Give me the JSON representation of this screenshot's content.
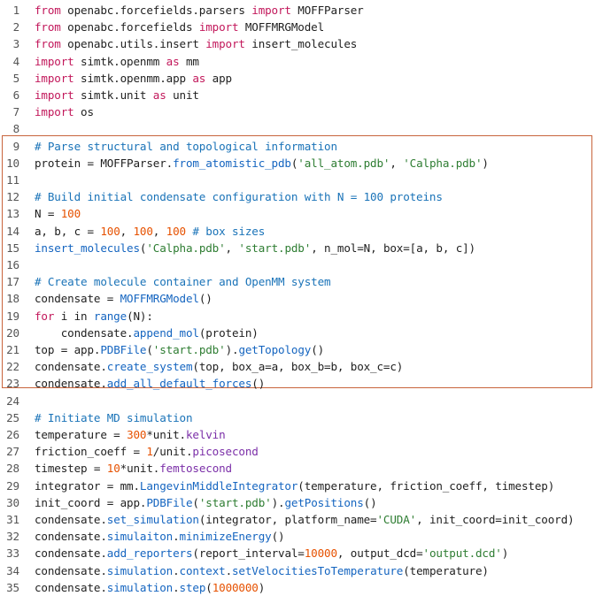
{
  "colors": {
    "keyword": "#c2185b",
    "function": "#1565c0",
    "string": "#2e7d32",
    "number": "#e65100",
    "comment": "#1a73b8",
    "attribute": "#7b2fa8",
    "plain": "#1f1f1f",
    "line_number": "#555555",
    "highlight_border": "#c8643c"
  },
  "highlight": {
    "from_line": 9,
    "to_line": 23
  },
  "lines": [
    {
      "n": "1",
      "tokens": [
        [
          "kw",
          "from"
        ],
        [
          "t",
          " openabc.forcefields.parsers "
        ],
        [
          "kw",
          "import"
        ],
        [
          "t",
          " MOFFParser"
        ]
      ]
    },
    {
      "n": "2",
      "tokens": [
        [
          "kw",
          "from"
        ],
        [
          "t",
          " openabc.forcefields "
        ],
        [
          "kw",
          "import"
        ],
        [
          "t",
          " MOFFMRGModel"
        ]
      ]
    },
    {
      "n": "3",
      "tokens": [
        [
          "kw",
          "from"
        ],
        [
          "t",
          " openabc.utils.insert "
        ],
        [
          "kw",
          "import"
        ],
        [
          "t",
          " insert_molecules"
        ]
      ]
    },
    {
      "n": "4",
      "tokens": [
        [
          "kw",
          "import"
        ],
        [
          "t",
          " simtk.openmm "
        ],
        [
          "kw",
          "as"
        ],
        [
          "t",
          " mm"
        ]
      ]
    },
    {
      "n": "5",
      "tokens": [
        [
          "kw",
          "import"
        ],
        [
          "t",
          " simtk.openmm.app "
        ],
        [
          "kw",
          "as"
        ],
        [
          "t",
          " app"
        ]
      ]
    },
    {
      "n": "6",
      "tokens": [
        [
          "kw",
          "import"
        ],
        [
          "t",
          " simtk.unit "
        ],
        [
          "kw",
          "as"
        ],
        [
          "t",
          " unit"
        ]
      ]
    },
    {
      "n": "7",
      "tokens": [
        [
          "kw",
          "import"
        ],
        [
          "t",
          " os"
        ]
      ]
    },
    {
      "n": "8",
      "tokens": []
    },
    {
      "n": "9",
      "tokens": [
        [
          "cm",
          "# Parse structural and topological information"
        ]
      ]
    },
    {
      "n": "10",
      "tokens": [
        [
          "t",
          "protein = MOFFParser."
        ],
        [
          "fn",
          "from_atomistic_pdb"
        ],
        [
          "t",
          "("
        ],
        [
          "str",
          "'all_atom.pdb'"
        ],
        [
          "t",
          ", "
        ],
        [
          "str",
          "'Calpha.pdb'"
        ],
        [
          "t",
          ")"
        ]
      ]
    },
    {
      "n": "11",
      "tokens": []
    },
    {
      "n": "12",
      "tokens": [
        [
          "cm",
          "# Build initial condensate configuration with N = 100 proteins"
        ]
      ]
    },
    {
      "n": "13",
      "tokens": [
        [
          "t",
          "N = "
        ],
        [
          "num",
          "100"
        ]
      ]
    },
    {
      "n": "14",
      "tokens": [
        [
          "t",
          "a, b, c = "
        ],
        [
          "num",
          "100"
        ],
        [
          "t",
          ", "
        ],
        [
          "num",
          "100"
        ],
        [
          "t",
          ", "
        ],
        [
          "num",
          "100"
        ],
        [
          "t",
          " "
        ],
        [
          "cm",
          "# box sizes"
        ]
      ]
    },
    {
      "n": "15",
      "tokens": [
        [
          "fn",
          "insert_molecules"
        ],
        [
          "t",
          "("
        ],
        [
          "str",
          "'Calpha.pdb'"
        ],
        [
          "t",
          ", "
        ],
        [
          "str",
          "'start.pdb'"
        ],
        [
          "t",
          ", n_mol=N, box=[a, b, c])"
        ]
      ]
    },
    {
      "n": "16",
      "tokens": []
    },
    {
      "n": "17",
      "tokens": [
        [
          "cm",
          "# Create molecule container and OpenMM system"
        ]
      ]
    },
    {
      "n": "18",
      "tokens": [
        [
          "t",
          "condensate = "
        ],
        [
          "fn",
          "MOFFMRGModel"
        ],
        [
          "t",
          "()"
        ]
      ]
    },
    {
      "n": "19",
      "tokens": [
        [
          "kw",
          "for"
        ],
        [
          "t",
          " i in "
        ],
        [
          "fn",
          "range"
        ],
        [
          "t",
          "(N):"
        ]
      ]
    },
    {
      "n": "20",
      "tokens": [
        [
          "t",
          "    condensate."
        ],
        [
          "fn",
          "append_mol"
        ],
        [
          "t",
          "(protein)"
        ]
      ]
    },
    {
      "n": "21",
      "tokens": [
        [
          "t",
          "top = app."
        ],
        [
          "fn",
          "PDBFile"
        ],
        [
          "t",
          "("
        ],
        [
          "str",
          "'start.pdb'"
        ],
        [
          "t",
          ")."
        ],
        [
          "fn",
          "getTopology"
        ],
        [
          "t",
          "()"
        ]
      ]
    },
    {
      "n": "22",
      "tokens": [
        [
          "t",
          "condensate."
        ],
        [
          "fn",
          "create_system"
        ],
        [
          "t",
          "(top, box_a=a, box_b=b, box_c=c)"
        ]
      ]
    },
    {
      "n": "23",
      "tokens": [
        [
          "t",
          "condensate."
        ],
        [
          "fn",
          "add_all_default_forces"
        ],
        [
          "t",
          "()"
        ]
      ]
    },
    {
      "n": "24",
      "tokens": []
    },
    {
      "n": "25",
      "tokens": [
        [
          "cm",
          "# Initiate MD simulation"
        ]
      ]
    },
    {
      "n": "26",
      "tokens": [
        [
          "t",
          "temperature = "
        ],
        [
          "num",
          "300"
        ],
        [
          "t",
          "*unit."
        ],
        [
          "attr",
          "kelvin"
        ]
      ]
    },
    {
      "n": "27",
      "tokens": [
        [
          "t",
          "friction_coeff = "
        ],
        [
          "num",
          "1"
        ],
        [
          "t",
          "/unit."
        ],
        [
          "attr",
          "picosecond"
        ]
      ]
    },
    {
      "n": "28",
      "tokens": [
        [
          "t",
          "timestep = "
        ],
        [
          "num",
          "10"
        ],
        [
          "t",
          "*unit."
        ],
        [
          "attr",
          "femtosecond"
        ]
      ]
    },
    {
      "n": "29",
      "tokens": [
        [
          "t",
          "integrator = mm."
        ],
        [
          "fn",
          "LangevinMiddleIntegrator"
        ],
        [
          "t",
          "(temperature, friction_coeff, timestep)"
        ]
      ]
    },
    {
      "n": "30",
      "tokens": [
        [
          "t",
          "init_coord = app."
        ],
        [
          "fn",
          "PDBFile"
        ],
        [
          "t",
          "("
        ],
        [
          "str",
          "'start.pdb'"
        ],
        [
          "t",
          ")."
        ],
        [
          "fn",
          "getPositions"
        ],
        [
          "t",
          "()"
        ]
      ]
    },
    {
      "n": "31",
      "tokens": [
        [
          "t",
          "condensate."
        ],
        [
          "fn",
          "set_simulation"
        ],
        [
          "t",
          "(integrator, platform_name="
        ],
        [
          "str",
          "'CUDA'"
        ],
        [
          "t",
          ", init_coord=init_coord)"
        ]
      ]
    },
    {
      "n": "32",
      "tokens": [
        [
          "t",
          "condensate."
        ],
        [
          "fn",
          "simulaiton"
        ],
        [
          "t",
          "."
        ],
        [
          "fn",
          "minimizeEnergy"
        ],
        [
          "t",
          "()"
        ]
      ]
    },
    {
      "n": "33",
      "tokens": [
        [
          "t",
          "condensate."
        ],
        [
          "fn",
          "add_reporters"
        ],
        [
          "t",
          "(report_interval="
        ],
        [
          "num",
          "10000"
        ],
        [
          "t",
          ", output_dcd="
        ],
        [
          "str",
          "'output.dcd'"
        ],
        [
          "t",
          ")"
        ]
      ]
    },
    {
      "n": "34",
      "tokens": [
        [
          "t",
          "condensate."
        ],
        [
          "fn",
          "simulation"
        ],
        [
          "t",
          "."
        ],
        [
          "fn",
          "context"
        ],
        [
          "t",
          "."
        ],
        [
          "fn",
          "setVelocitiesToTemperature"
        ],
        [
          "t",
          "(temperature)"
        ]
      ]
    },
    {
      "n": "35",
      "tokens": [
        [
          "t",
          "condensate."
        ],
        [
          "fn",
          "simulation"
        ],
        [
          "t",
          "."
        ],
        [
          "fn",
          "step"
        ],
        [
          "t",
          "("
        ],
        [
          "num",
          "1000000"
        ],
        [
          "t",
          ")"
        ]
      ]
    }
  ]
}
